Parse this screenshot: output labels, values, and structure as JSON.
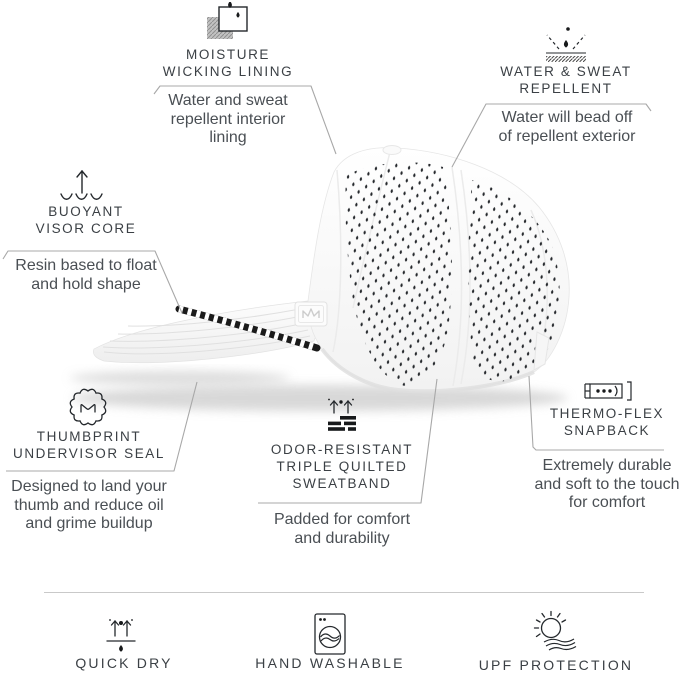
{
  "colors": {
    "title_text": "#3b4045",
    "body_text": "#4a4f54",
    "leader_line": "#a8a8a8",
    "icon_stroke": "#24282c",
    "hat_white": "#ffffff",
    "perforation_dark": "#26292d",
    "rope_black": "#1b1b1b"
  },
  "hat": {
    "alt": "White perforated snapback cap, side profile",
    "visible_details": [
      "perforated side panels",
      "rope accent above brim",
      "logo patch",
      "crown button",
      "snapback closure"
    ]
  },
  "features": [
    {
      "id": "moisture-wicking-lining",
      "title": "MOISTURE\nWICKING LINING",
      "description": "Water and sweat\nrepellent interior\nlining",
      "icon": "fabric-swatch-droplets-icon"
    },
    {
      "id": "water-sweat-repellent",
      "title": "WATER & SWEAT\nREPELLENT",
      "description": "Water will bead off\nof repellent exterior",
      "icon": "droplet-bounce-surface-icon"
    },
    {
      "id": "buoyant-visor-core",
      "title": "BUOYANT\nVISOR CORE",
      "description": "Resin based to float\nand hold shape",
      "icon": "float-arrow-waves-icon"
    },
    {
      "id": "thumbprint-undervisor-seal",
      "title": "THUMBPRINT\nUNDERVISOR SEAL",
      "description": "Designed to land your\nthumb and reduce oil\nand grime buildup",
      "icon": "scalloped-seal-icon"
    },
    {
      "id": "odor-resistant-sweatband",
      "title": "ODOR-RESISTANT\nTRIPLE QUILTED\nSWEATBAND",
      "description": "Padded for comfort\nand durability",
      "icon": "quilted-band-arrows-icon"
    },
    {
      "id": "thermo-flex-snapback",
      "title": "THERMO-FLEX\nSNAPBACK",
      "description": "Extremely durable\nand soft to the touch\nfor comfort",
      "icon": "snapback-strap-icon"
    }
  ],
  "care_badges": [
    {
      "id": "quick-dry",
      "label": "QUICK DRY",
      "icon": "quick-dry-icon"
    },
    {
      "id": "hand-washable",
      "label": "HAND WASHABLE",
      "icon": "washing-machine-icon"
    },
    {
      "id": "upf-protection",
      "label": "UPF PROTECTION",
      "icon": "sun-uv-waves-icon"
    }
  ]
}
